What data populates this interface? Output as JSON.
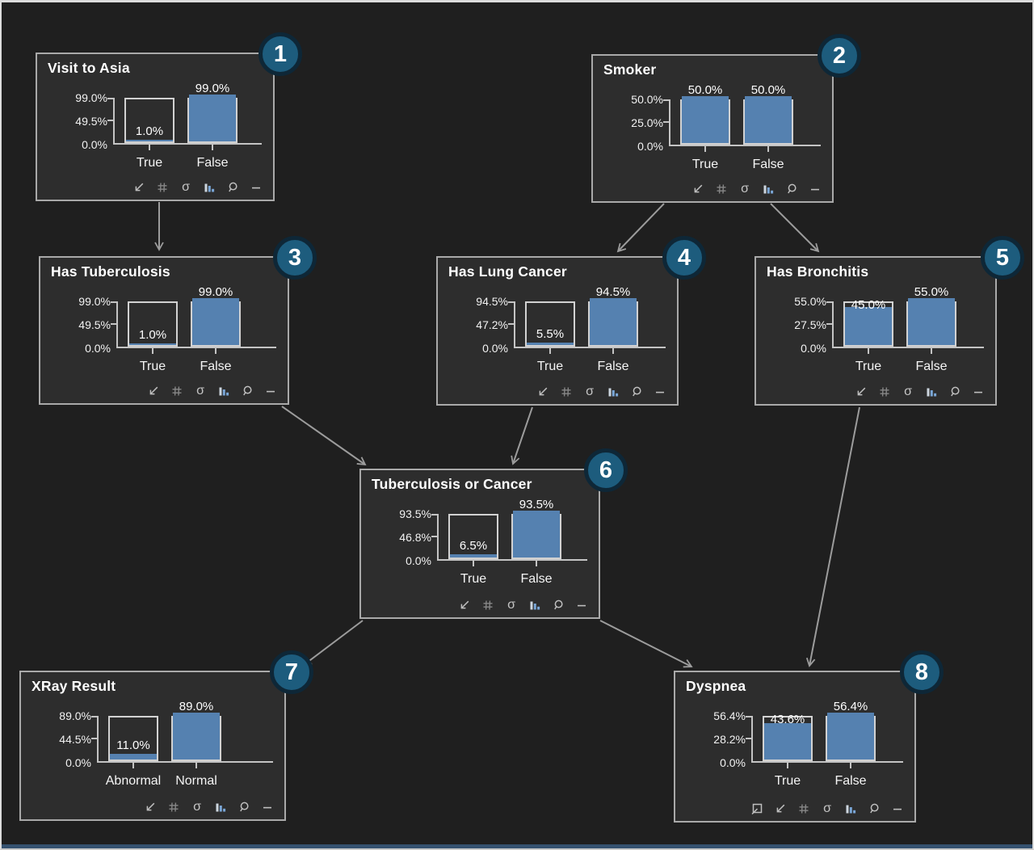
{
  "colors": {
    "canvas_bg": "#1f1f1f",
    "panel_bg": "#2d2d2d",
    "panel_border": "#a9a9a9",
    "bar_fill": "#5581b0",
    "axis": "#c4c4c4",
    "arrow": "#9c9c9c",
    "badge_fill": "#1d5c7d",
    "badge_ring": "#0e2737",
    "accent_strip": "#35516f"
  },
  "nodes": [
    {
      "title": "Visit to Asia",
      "badge": "1",
      "max": 99.0,
      "yticks": [
        "99.0%",
        "49.5%",
        "0.0%"
      ],
      "bars": [
        {
          "category": "True",
          "value": 1.0,
          "label": "1.0%"
        },
        {
          "category": "False",
          "value": 99.0,
          "label": "99.0%"
        }
      ],
      "toolbar": [
        "pan-arrow",
        "grid",
        "sigma",
        "bar-chart",
        "magnifier",
        "minimize"
      ]
    },
    {
      "title": "Smoker",
      "badge": "2",
      "max": 50.0,
      "yticks": [
        "50.0%",
        "25.0%",
        "0.0%"
      ],
      "bars": [
        {
          "category": "True",
          "value": 50.0,
          "label": "50.0%"
        },
        {
          "category": "False",
          "value": 50.0,
          "label": "50.0%"
        }
      ],
      "toolbar": [
        "pan-arrow",
        "grid",
        "sigma",
        "bar-chart",
        "magnifier",
        "minimize"
      ]
    },
    {
      "title": "Has Tuberculosis",
      "badge": "3",
      "max": 99.0,
      "yticks": [
        "99.0%",
        "49.5%",
        "0.0%"
      ],
      "bars": [
        {
          "category": "True",
          "value": 1.0,
          "label": "1.0%"
        },
        {
          "category": "False",
          "value": 99.0,
          "label": "99.0%"
        }
      ],
      "toolbar": [
        "pan-arrow",
        "grid",
        "sigma",
        "bar-chart",
        "magnifier",
        "minimize"
      ]
    },
    {
      "title": "Has Lung Cancer",
      "badge": "4",
      "max": 94.5,
      "yticks": [
        "94.5%",
        "47.2%",
        "0.0%"
      ],
      "bars": [
        {
          "category": "True",
          "value": 5.5,
          "label": "5.5%"
        },
        {
          "category": "False",
          "value": 94.5,
          "label": "94.5%"
        }
      ],
      "toolbar": [
        "pan-arrow",
        "grid",
        "sigma",
        "bar-chart",
        "magnifier",
        "minimize"
      ]
    },
    {
      "title": "Has Bronchitis",
      "badge": "5",
      "max": 55.0,
      "yticks": [
        "55.0%",
        "27.5%",
        "0.0%"
      ],
      "bars": [
        {
          "category": "True",
          "value": 45.0,
          "label": "45.0%"
        },
        {
          "category": "False",
          "value": 55.0,
          "label": "55.0%"
        }
      ],
      "toolbar": [
        "pan-arrow",
        "grid",
        "sigma",
        "bar-chart",
        "magnifier",
        "minimize"
      ]
    },
    {
      "title": "Tuberculosis or Cancer",
      "badge": "6",
      "max": 93.5,
      "yticks": [
        "93.5%",
        "46.8%",
        "0.0%"
      ],
      "bars": [
        {
          "category": "True",
          "value": 6.5,
          "label": "6.5%"
        },
        {
          "category": "False",
          "value": 93.5,
          "label": "93.5%"
        }
      ],
      "toolbar": [
        "pan-arrow",
        "grid",
        "sigma",
        "bar-chart",
        "magnifier",
        "minimize"
      ]
    },
    {
      "title": "XRay Result",
      "badge": "7",
      "max": 89.0,
      "yticks": [
        "89.0%",
        "44.5%",
        "0.0%"
      ],
      "bars": [
        {
          "category": "Abnormal",
          "value": 11.0,
          "label": "11.0%"
        },
        {
          "category": "Normal",
          "value": 89.0,
          "label": "89.0%"
        }
      ],
      "toolbar": [
        "pan-arrow",
        "grid",
        "sigma",
        "bar-chart",
        "magnifier",
        "minimize"
      ]
    },
    {
      "title": "Dyspnea",
      "badge": "8",
      "max": 56.4,
      "yticks": [
        "56.4%",
        "28.2%",
        "0.0%"
      ],
      "bars": [
        {
          "category": "True",
          "value": 43.6,
          "label": "43.6%"
        },
        {
          "category": "False",
          "value": 56.4,
          "label": "56.4%"
        }
      ],
      "toolbar": [
        "select-box",
        "pan-arrow",
        "grid",
        "sigma",
        "bar-chart",
        "magnifier",
        "minimize"
      ]
    }
  ],
  "edges": [
    {
      "from": "Visit to Asia",
      "to": "Has Tuberculosis"
    },
    {
      "from": "Smoker",
      "to": "Has Lung Cancer"
    },
    {
      "from": "Smoker",
      "to": "Has Bronchitis"
    },
    {
      "from": "Has Tuberculosis",
      "to": "Tuberculosis or Cancer"
    },
    {
      "from": "Has Lung Cancer",
      "to": "Tuberculosis or Cancer"
    },
    {
      "from": "Tuberculosis or Cancer",
      "to": "XRay Result"
    },
    {
      "from": "Tuberculosis or Cancer",
      "to": "Dyspnea"
    },
    {
      "from": "Has Bronchitis",
      "to": "Dyspnea"
    }
  ]
}
